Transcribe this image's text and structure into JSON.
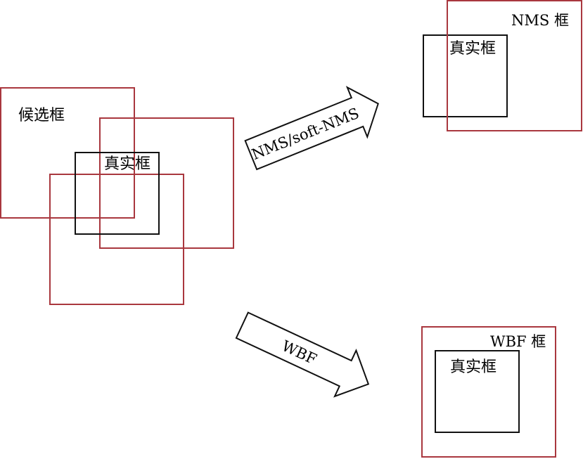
{
  "diagram": {
    "left": {
      "candidate_label": "候选框",
      "truth_label": "真实框"
    },
    "arrows": {
      "nms_label": "NMS/soft-NMS",
      "wbf_label": "WBF"
    },
    "top_right": {
      "result_label": "NMS 框",
      "truth_label": "真实框"
    },
    "bottom_right": {
      "result_label": "WBF 框",
      "truth_label": "真实框"
    },
    "colors": {
      "predicted_box": "#a9373e",
      "truth_box": "#111111"
    }
  }
}
